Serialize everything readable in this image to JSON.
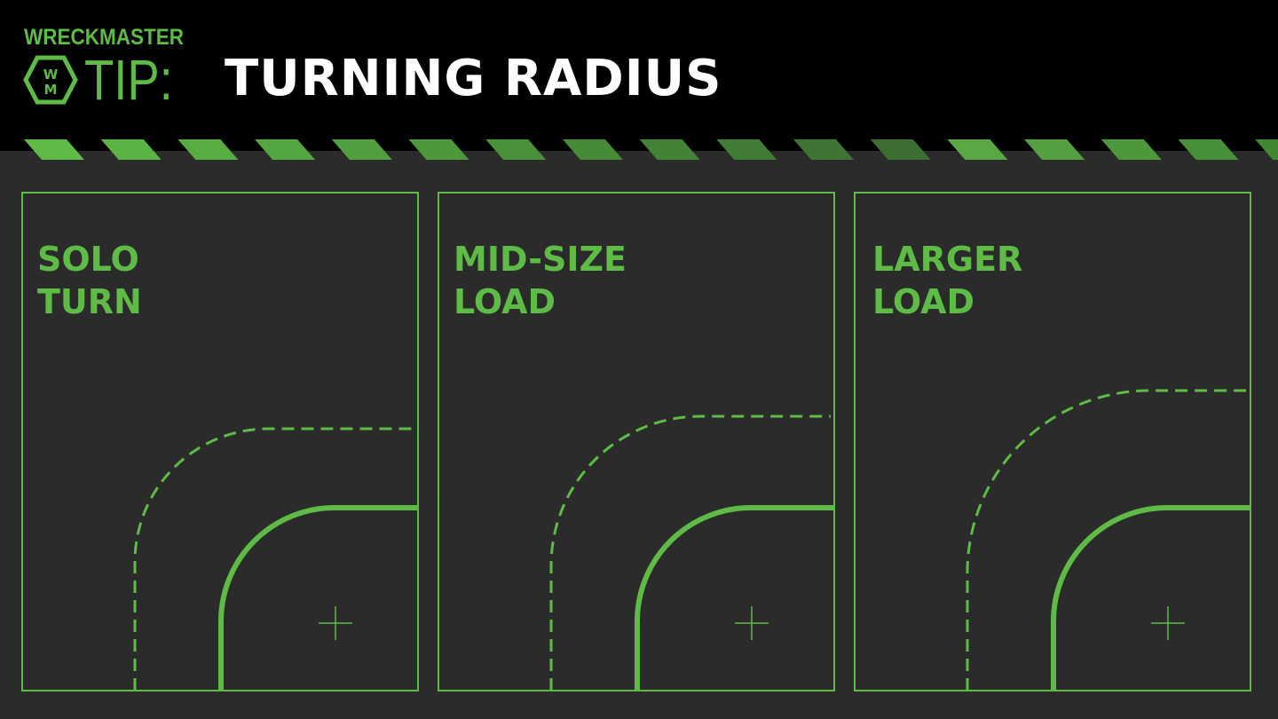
{
  "header": {
    "brand": "WRECKMASTER",
    "tip": "TIP:",
    "logo_text": "WM",
    "title": "TURNING RADIUS"
  },
  "panels": [
    {
      "line1": "SOLO",
      "line2": "TURN"
    },
    {
      "line1": "MID-SIZE",
      "line2": "LOAD"
    },
    {
      "line1": "LARGER",
      "line2": "LOAD"
    }
  ],
  "colors": {
    "accent": "#5dbb46",
    "background": "#2b2b2b",
    "header": "#000000"
  }
}
